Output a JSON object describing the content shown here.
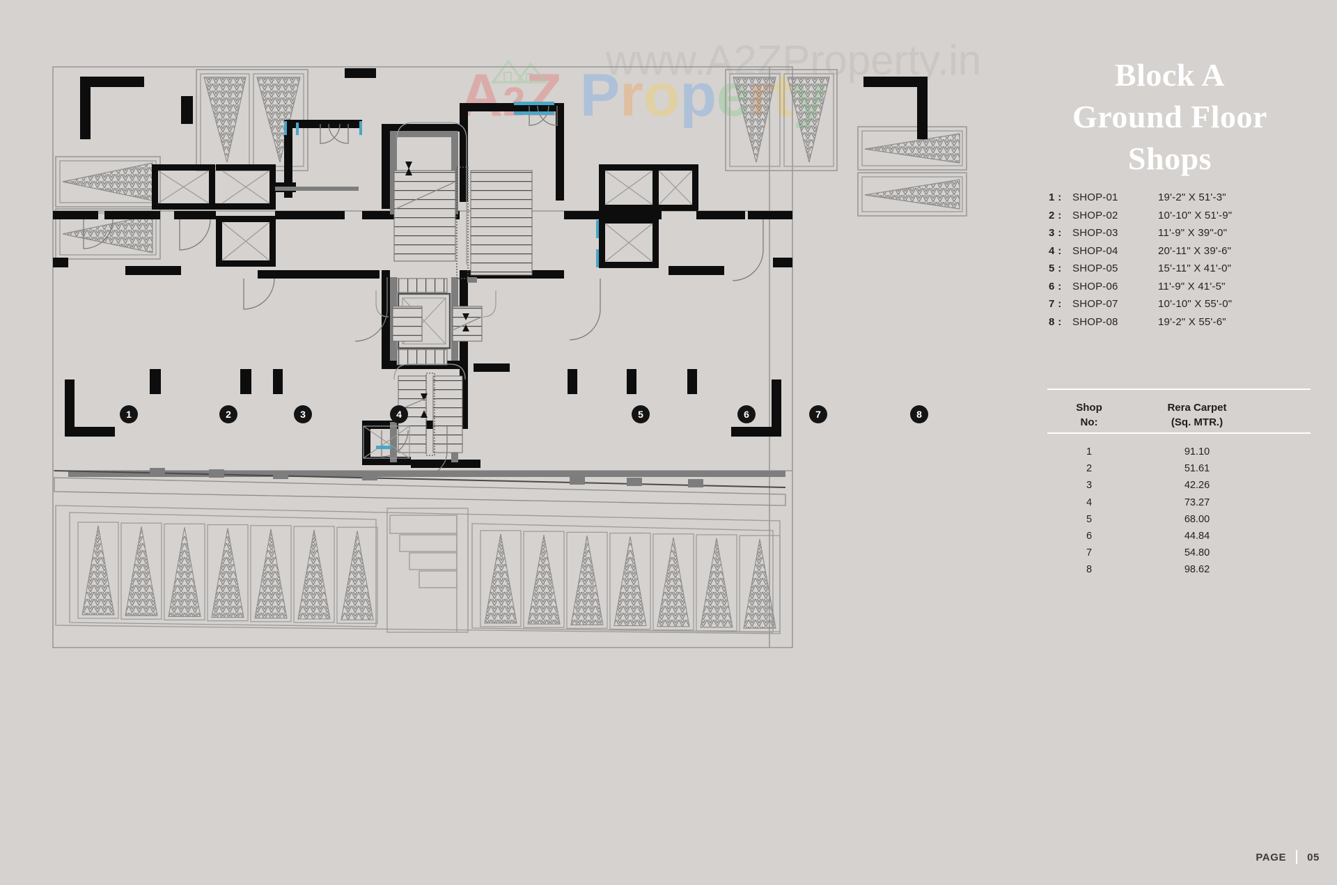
{
  "page": {
    "background_color": "#d5d2cf",
    "footer_label": "PAGE",
    "footer_number": "05"
  },
  "watermark": {
    "url_text": "www.A2ZProperty.in",
    "logo_a": "A",
    "logo_2": "2",
    "logo_z": "Z",
    "logo_p": "P",
    "logo_r": "r",
    "logo_o": "o",
    "logo_p2": "p",
    "logo_e": "e",
    "logo_r2": "r",
    "logo_t": "t",
    "logo_y": "y"
  },
  "title": {
    "line1": "Block A",
    "line2": "Ground Floor",
    "line3": "Shops"
  },
  "shop_list": [
    {
      "index": "1 :",
      "name": "SHOP-01",
      "dimensions": "19'-2\" X 51'-3\""
    },
    {
      "index": "2 :",
      "name": "SHOP-02",
      "dimensions": "10'-10\" X 51'-9\""
    },
    {
      "index": "3 :",
      "name": "SHOP-03",
      "dimensions": "11'-9\" X 39\"-0\""
    },
    {
      "index": "4 :",
      "name": "SHOP-04",
      "dimensions": "20'-11\" X 39'-6\""
    },
    {
      "index": "5 :",
      "name": "SHOP-05",
      "dimensions": "15'-11\" X 41'-0\""
    },
    {
      "index": "6 :",
      "name": "SHOP-06",
      "dimensions": "11'-9\" X 41'-5\""
    },
    {
      "index": "7 :",
      "name": "SHOP-07",
      "dimensions": "10'-10\" X 55'-0\""
    },
    {
      "index": "8 :",
      "name": "SHOP-08",
      "dimensions": "19'-2\" X 55'-6\""
    }
  ],
  "carpet_table": {
    "header_col1_line1": "Shop",
    "header_col1_line2": "No:",
    "header_col2_line1": "Rera Carpet",
    "header_col2_line2": "(Sq. MTR.)",
    "rows": [
      {
        "no": "1",
        "area": "91.10"
      },
      {
        "no": "2",
        "area": "51.61"
      },
      {
        "no": "3",
        "area": "42.26"
      },
      {
        "no": "4",
        "area": "73.27"
      },
      {
        "no": "5",
        "area": "68.00"
      },
      {
        "no": "6",
        "area": "44.84"
      },
      {
        "no": "7",
        "area": "54.80"
      },
      {
        "no": "8",
        "area": "98.62"
      }
    ]
  },
  "plan_markers": [
    {
      "label": "1"
    },
    {
      "label": "2"
    },
    {
      "label": "3"
    },
    {
      "label": "4"
    },
    {
      "label": "5"
    },
    {
      "label": "6"
    },
    {
      "label": "7"
    },
    {
      "label": "8"
    }
  ],
  "colors": {
    "wall_black": "#0d0d0d",
    "wall_gray": "#7d7d7d",
    "thin_line": "#8a8a8a",
    "glazing_blue": "#4aa6c8",
    "marker_fill": "#141414",
    "marker_text": "#ffffff",
    "title_text": "#ffffff",
    "rule_white": "#ffffff"
  }
}
